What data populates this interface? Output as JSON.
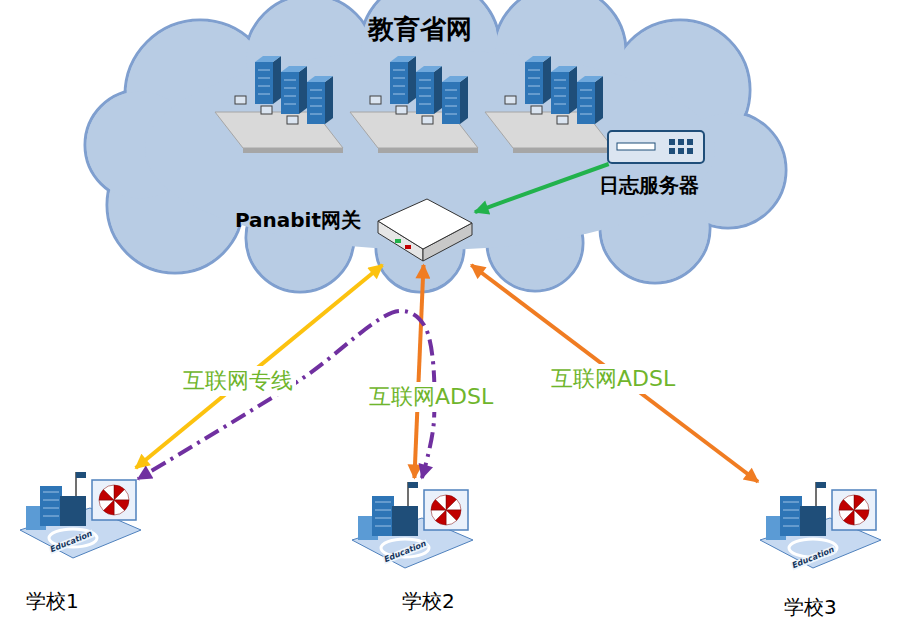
{
  "diagram": {
    "nodes": [
      {
        "text": [
          "教育省网"
        ]
      },
      {
        "text": [
          "日志服务器"
        ],
        "in": 0
      },
      {
        "text": [
          "Panabit网关"
        ],
        "in": 0
      },
      {
        "text": [
          "学校1"
        ]
      },
      {
        "text": [
          "学校2"
        ]
      },
      {
        "text": [
          "学校3"
        ]
      }
    ],
    "edges": [
      {
        "from": 1,
        "to": 2,
        "arrow": "to"
      },
      {
        "from": 2,
        "to": 3,
        "arrow": "both",
        "label": "互联网专线"
      },
      {
        "from": 2,
        "to": 4,
        "arrow": "both",
        "label": "互联网ADSL"
      },
      {
        "from": 2,
        "to": 5,
        "arrow": "both",
        "label": "互联网ADSL"
      },
      {
        "from": 4,
        "to": 3,
        "arrow": "both"
      }
    ],
    "labels": [
      "Education",
      "Education",
      "Education"
    ]
  }
}
